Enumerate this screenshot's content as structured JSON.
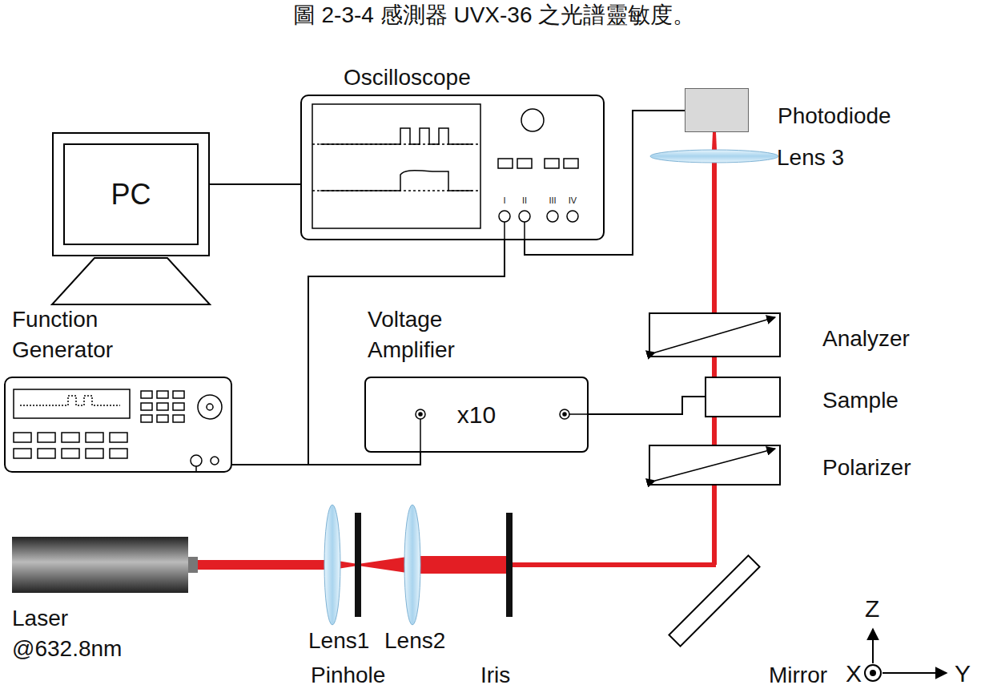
{
  "diagram": {
    "nodes": [
      {
        "text": [
          "PC"
        ]
      },
      {
        "text": [
          "Oscilloscope"
        ]
      },
      {
        "text": [
          "Photodiode"
        ]
      },
      {
        "text": [
          "Function Generator"
        ]
      },
      {
        "text": [
          "Voltage Amplifier",
          "x10"
        ]
      },
      {
        "text": [
          "Analyzer"
        ]
      },
      {
        "text": [
          "Sample"
        ]
      },
      {
        "text": [
          "Polarizer"
        ]
      },
      {
        "text": [
          "Laser @632.8nm"
        ]
      }
    ],
    "edges": [
      {
        "from": 0,
        "to": 1,
        "arrow": "none"
      },
      {
        "from": 3,
        "to": 1,
        "arrow": "none"
      },
      {
        "from": 3,
        "to": 4,
        "arrow": "none"
      },
      {
        "from": 4,
        "to": 6,
        "arrow": "none"
      },
      {
        "from": 2,
        "to": 1,
        "arrow": "none"
      }
    ],
    "labels": [
      "圖 2-3-4 感測器 UVX-36 之光譜靈敏度。",
      "Lens 3",
      "Lens1",
      "Pinhole",
      "Lens2",
      "Iris",
      "Mirror",
      "Z",
      "X",
      "Y",
      "I",
      "II",
      "III",
      "IV"
    ]
  }
}
